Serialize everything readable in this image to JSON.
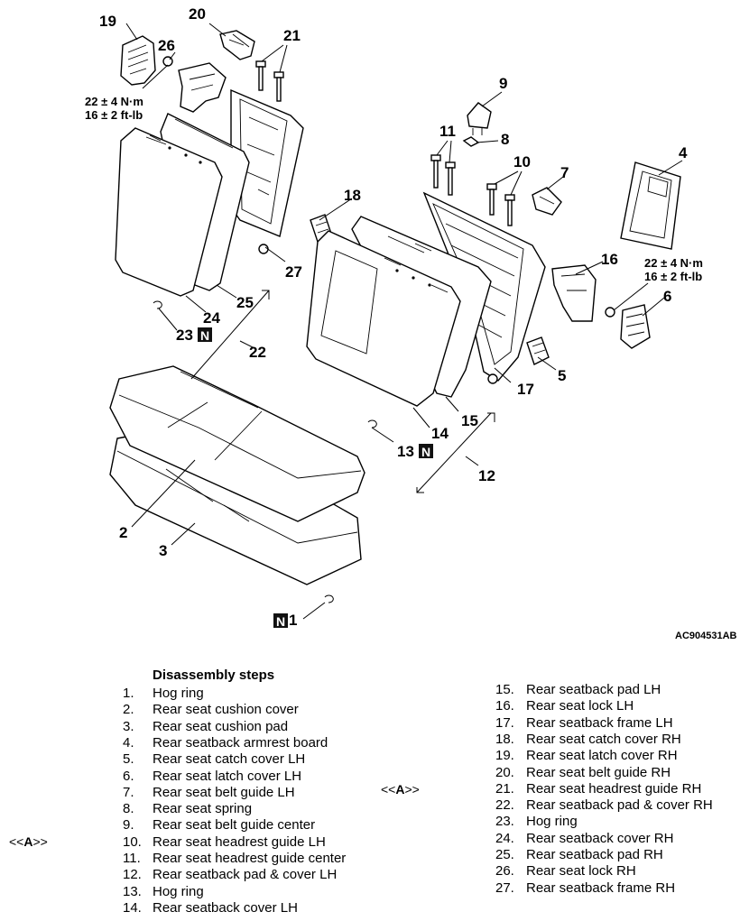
{
  "diagram": {
    "callouts": {
      "c1": "1",
      "c2": "2",
      "c3": "3",
      "c4": "4",
      "c5": "5",
      "c6": "6",
      "c7": "7",
      "c8": "8",
      "c9": "9",
      "c10": "10",
      "c11": "11",
      "c12": "12",
      "c13": "13",
      "c14": "14",
      "c15": "15",
      "c16": "16",
      "c17": "17",
      "c18": "18",
      "c19": "19",
      "c20": "20",
      "c21": "21",
      "c22": "22",
      "c23": "23",
      "c24": "24",
      "c25": "25",
      "c26": "26",
      "c27": "27"
    },
    "torque_left": {
      "nm": "22 ± 4 N·m",
      "ftlb": "16 ± 2 ft-lb"
    },
    "torque_right": {
      "nm": "22 ± 4 N·m",
      "ftlb": "16 ± 2 ft-lb"
    },
    "new_part_badge": "N",
    "figure_code": "AC904531AB"
  },
  "steps": {
    "title": "Disassembly steps",
    "left": [
      {
        "num": "1.",
        "label": "Hog ring"
      },
      {
        "num": "2.",
        "label": "Rear seat cushion cover"
      },
      {
        "num": "3.",
        "label": "Rear seat cushion pad"
      },
      {
        "num": "4.",
        "label": "Rear seatback armrest board"
      },
      {
        "num": "5.",
        "label": "Rear seat catch cover LH"
      },
      {
        "num": "6.",
        "label": "Rear seat latch cover LH"
      },
      {
        "num": "7.",
        "label": "Rear seat belt guide LH"
      },
      {
        "num": "8.",
        "label": "Rear seat spring"
      },
      {
        "num": "9.",
        "label": "Rear seat belt guide center"
      },
      {
        "num": "10.",
        "label": "Rear seat headrest guide LH"
      },
      {
        "num": "11.",
        "label": "Rear seat headrest guide center"
      },
      {
        "num": "12.",
        "label": "Rear seatback pad & cover LH"
      },
      {
        "num": "13.",
        "label": "Hog ring"
      },
      {
        "num": "14.",
        "label": "Rear seatback cover LH"
      }
    ],
    "right": [
      {
        "num": "15.",
        "label": "Rear seatback pad LH"
      },
      {
        "num": "16.",
        "label": "Rear seat lock LH"
      },
      {
        "num": "17.",
        "label": "Rear seatback frame LH"
      },
      {
        "num": "18.",
        "label": "Rear seat catch cover RH"
      },
      {
        "num": "19.",
        "label": "Rear seat latch cover RH"
      },
      {
        "num": "20.",
        "label": "Rear seat belt guide RH"
      },
      {
        "num": "21.",
        "label": "Rear seat headrest guide RH"
      },
      {
        "num": "22.",
        "label": "Rear seatback pad & cover RH"
      },
      {
        "num": "23.",
        "label": "Hog ring"
      },
      {
        "num": "24.",
        "label": "Rear seatback cover RH"
      },
      {
        "num": "25.",
        "label": "Rear seatback pad RH"
      },
      {
        "num": "26.",
        "label": "Rear seat lock RH"
      },
      {
        "num": "27.",
        "label": "Rear seatback frame RH"
      }
    ],
    "ref_left": {
      "open": "<<",
      "mark": "A",
      "close": ">>"
    },
    "ref_right": {
      "open": "<<",
      "mark": "A",
      "close": ">>"
    }
  }
}
